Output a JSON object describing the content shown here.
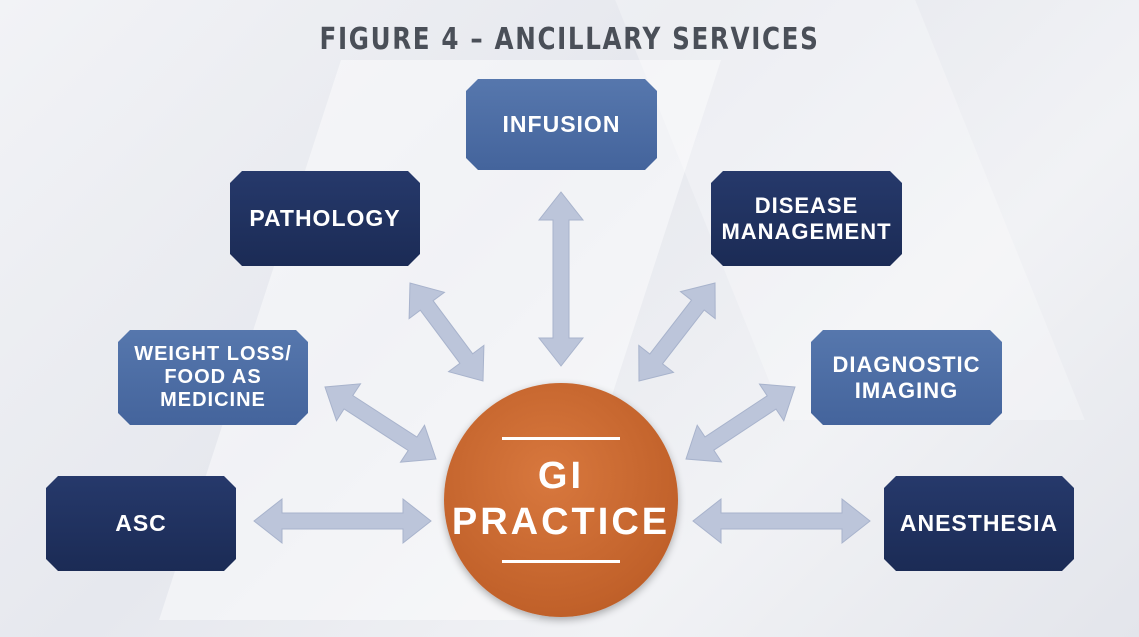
{
  "figure_title": "FIGURE 4 – ANCILLARY SERVICES",
  "center_label": "GI\nPRACTICE",
  "nodes": {
    "infusion": "INFUSION",
    "pathology": "PATHOLOGY",
    "disease_management": "DISEASE\nMANAGEMENT",
    "weight_loss": "WEIGHT LOSS/\nFOOD AS\nMEDICINE",
    "diagnostic_imaging": "DIAGNOSTIC\nIMAGING",
    "asc": "ASC",
    "anesthesia": "ANESTHESIA"
  },
  "colors": {
    "dark_box": "#1f3260",
    "light_box": "#4e6fa6",
    "center": "#c96a30",
    "arrow": "#bcc5da",
    "title": "#4a4f58"
  }
}
